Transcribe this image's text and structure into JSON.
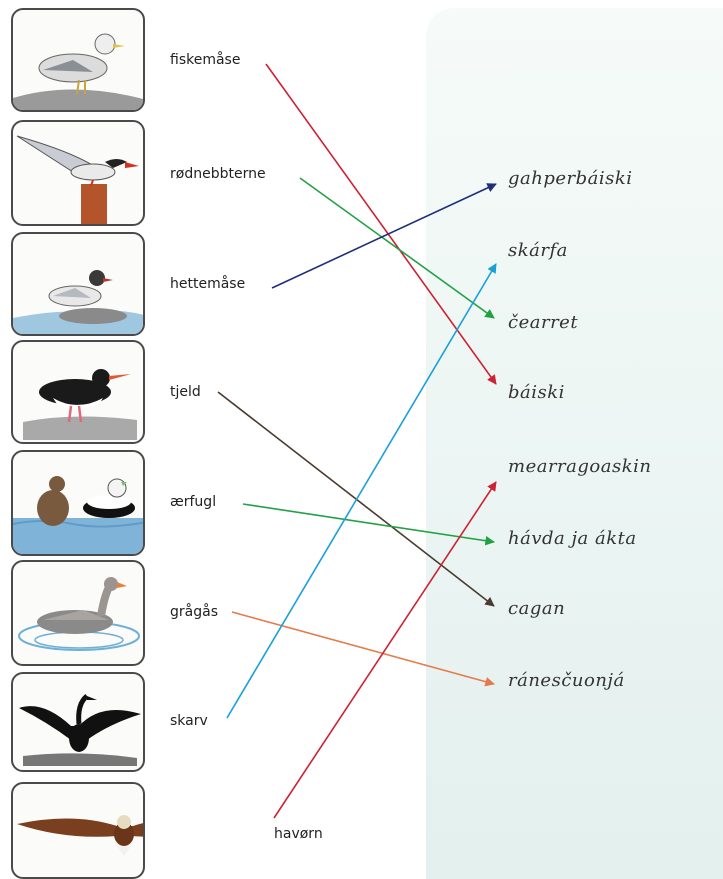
{
  "norwegian": [
    "fiskemåse",
    "rødnebbterne",
    "hettemåse",
    "tjeld",
    "ærfugl",
    "grågås",
    "skarv",
    "havørn"
  ],
  "sami": [
    "gahperbáiski",
    "skárfa",
    "čearret",
    "báiski",
    "mearragoaskin",
    "hávda ja ákta",
    "cagan",
    "ránesčuonjá"
  ],
  "matches": [
    {
      "from": "fiskemåse",
      "to": "báiski",
      "color": "#cc2233"
    },
    {
      "from": "rødnebbterne",
      "to": "čearret",
      "color": "#22a044"
    },
    {
      "from": "hettemåse",
      "to": "gahperbáiski",
      "color": "#1f2f7a"
    },
    {
      "from": "tjeld",
      "to": "cagan",
      "color": "#4a3a30"
    },
    {
      "from": "ærfugl",
      "to": "hávda ja ákta",
      "color": "#22a044"
    },
    {
      "from": "grågås",
      "to": "ránesčuonjá",
      "color": "#e57a4a"
    },
    {
      "from": "skarv",
      "to": "skárfa",
      "color": "#1aa0d8"
    },
    {
      "from": "havørn",
      "to": "mearragoaskin",
      "color": "#cc2233"
    }
  ]
}
